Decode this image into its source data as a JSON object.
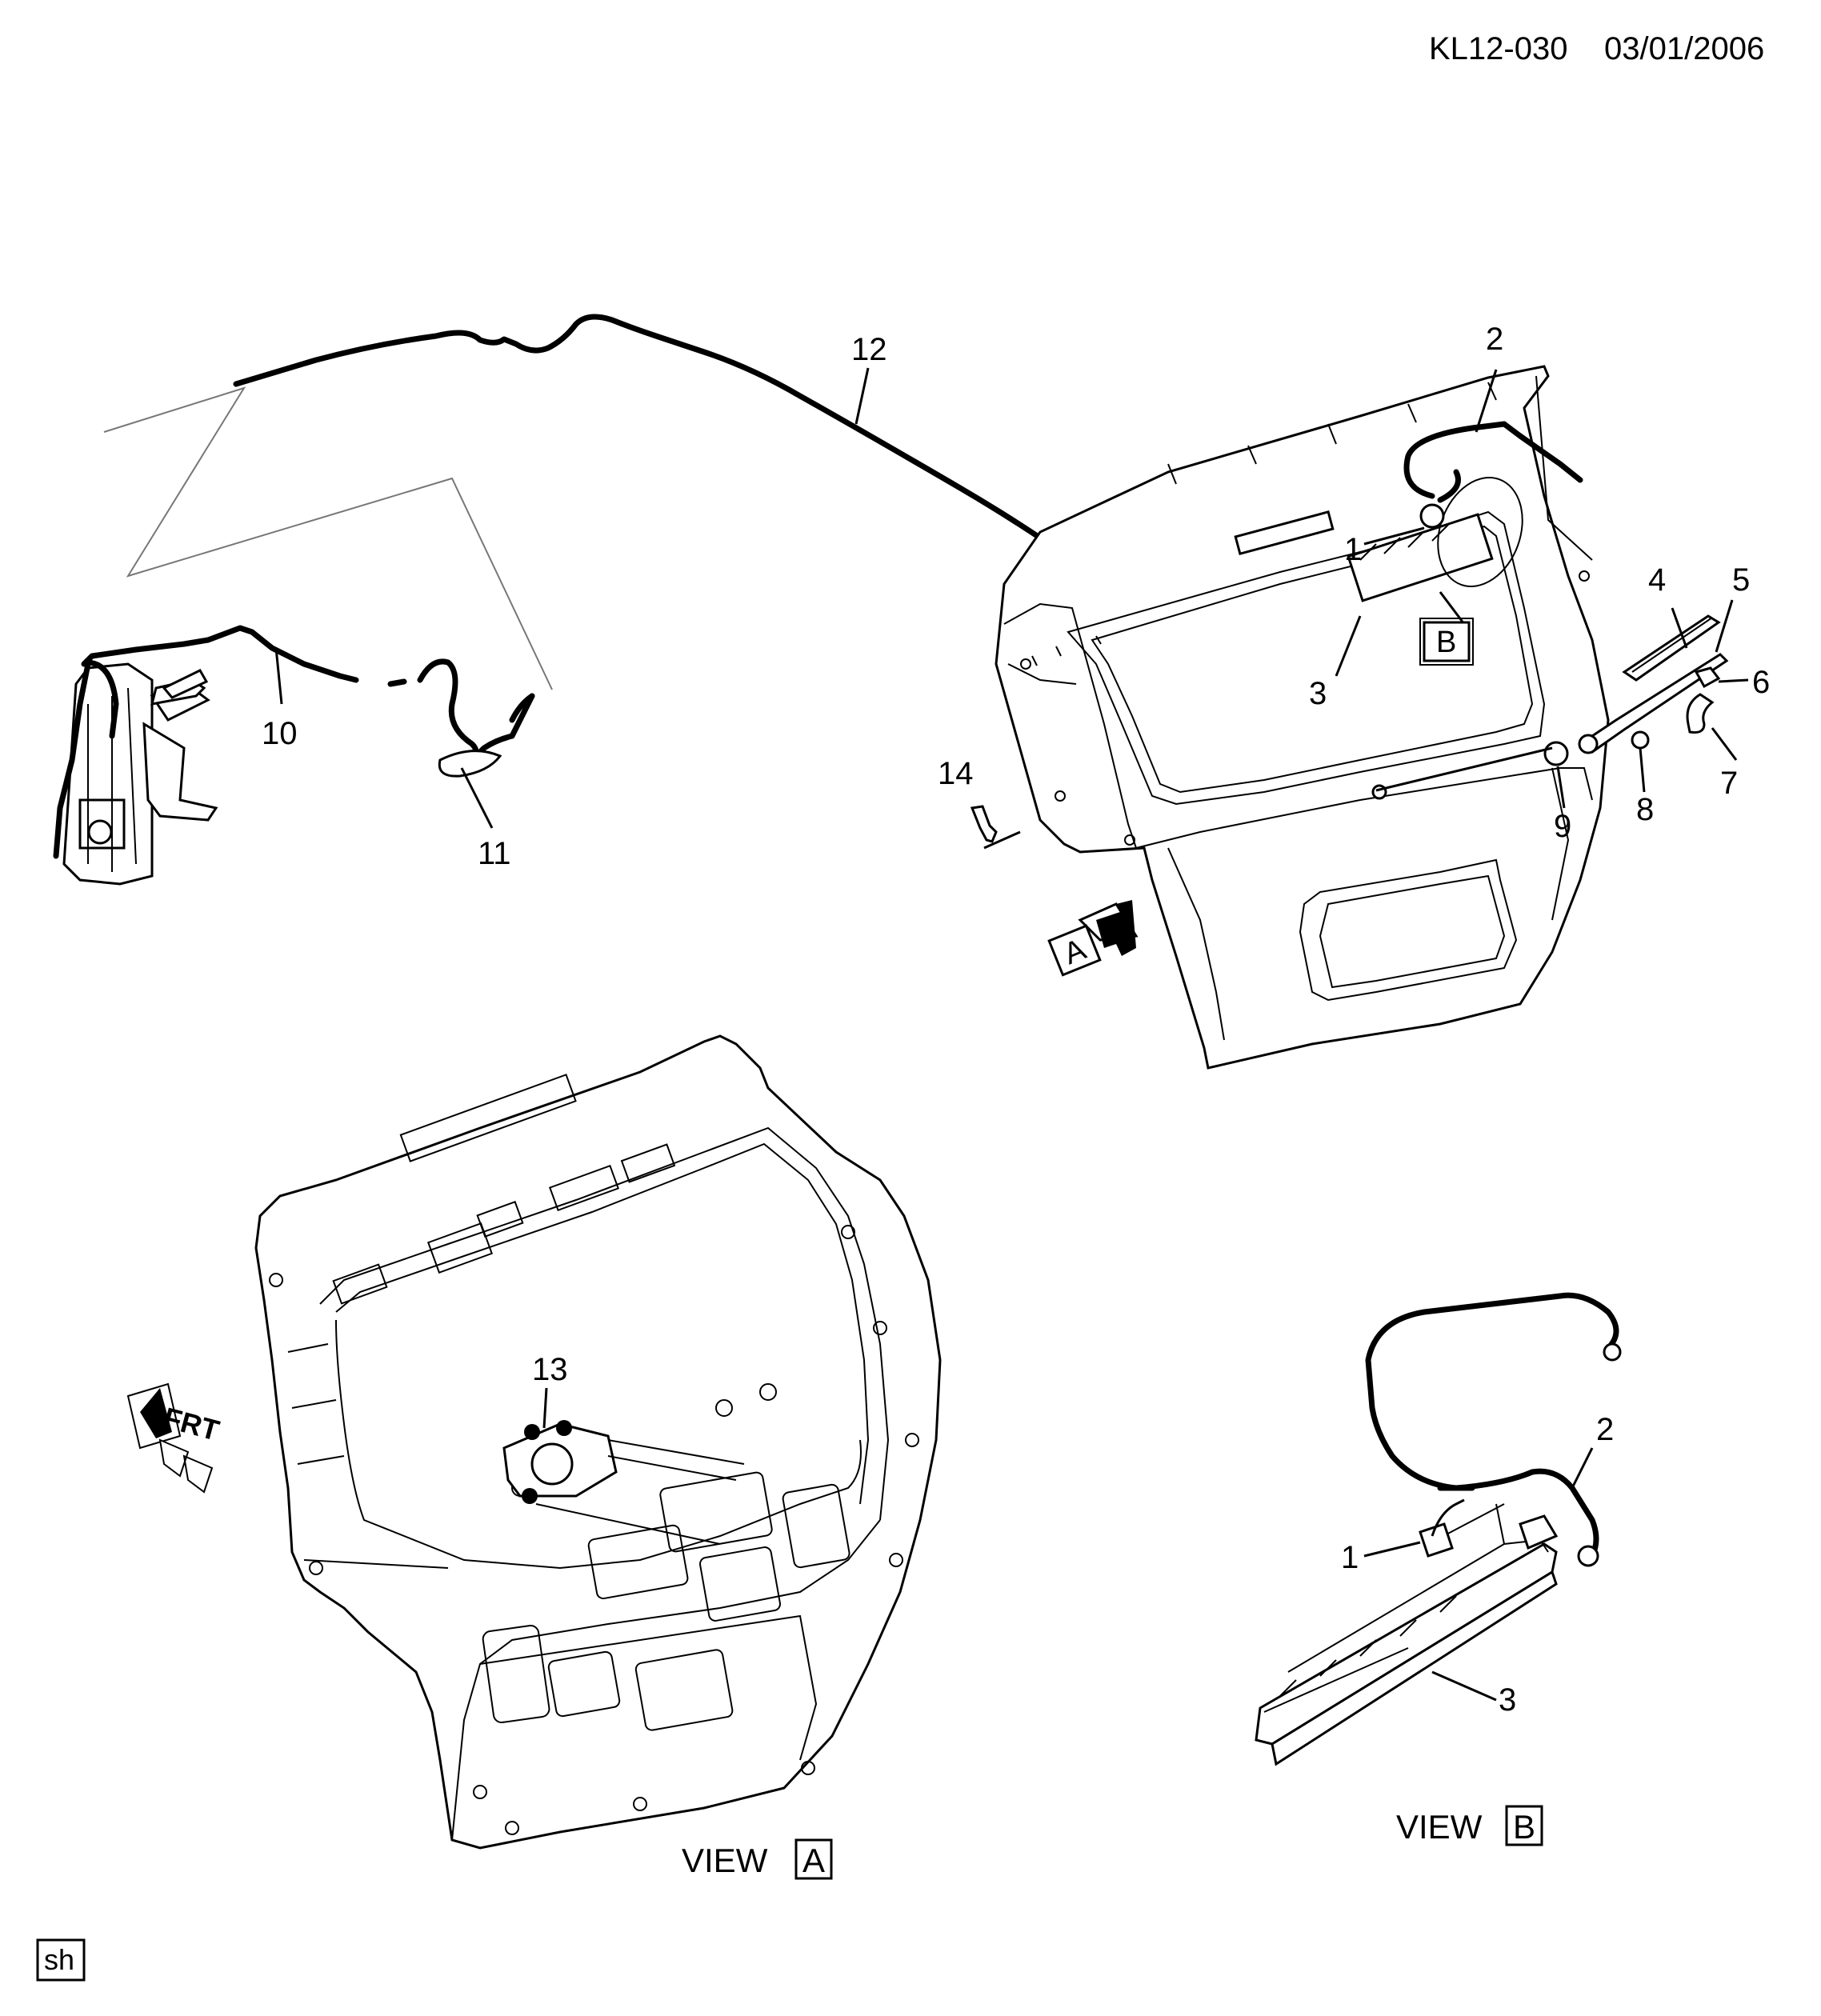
{
  "header": {
    "code": "KL12-030",
    "date": "03/01/2006"
  },
  "callouts": {
    "c1": "1",
    "c2": "2",
    "c3": "3",
    "c4": "4",
    "c5": "5",
    "c6": "6",
    "c7": "7",
    "c8": "8",
    "c9": "9",
    "c10": "10",
    "c11": "11",
    "c12": "12",
    "c13": "13",
    "c14": "14",
    "c1b": "1",
    "c2b": "2",
    "c3b": "3"
  },
  "view_markers": {
    "a": "A",
    "b": "B"
  },
  "views": {
    "a": {
      "word": "VIEW",
      "letter": "A"
    },
    "b": {
      "word": "VIEW",
      "letter": "B"
    }
  },
  "direction": {
    "label": "FRT"
  },
  "corner_tag": "sh"
}
